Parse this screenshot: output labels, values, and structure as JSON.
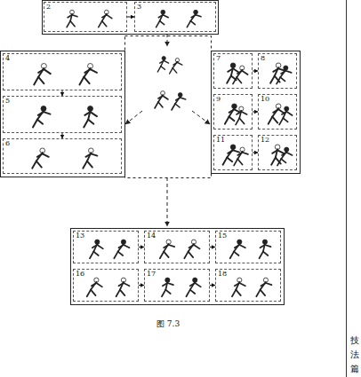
{
  "diagram": {
    "caption": "图 7.3",
    "nodes": [
      {
        "text": [
          "2"
        ]
      },
      {
        "text": [
          "3"
        ]
      },
      {
        "text": [
          "4"
        ]
      },
      {
        "text": [
          "5"
        ]
      },
      {
        "text": [
          "6"
        ]
      },
      {
        "text": [
          "7"
        ]
      },
      {
        "text": [
          "8"
        ]
      },
      {
        "text": [
          "9"
        ]
      },
      {
        "text": [
          "10"
        ]
      },
      {
        "text": [
          "11"
        ]
      },
      {
        "text": [
          "12"
        ]
      },
      {
        "text": [
          "13"
        ]
      },
      {
        "text": [
          "14"
        ]
      },
      {
        "text": [
          "15"
        ]
      },
      {
        "text": [
          "16"
        ]
      },
      {
        "text": [
          "17"
        ]
      },
      {
        "text": [
          "18"
        ]
      }
    ],
    "edges": [
      {
        "from": 0,
        "to": 1,
        "arrow": "to"
      },
      {
        "from": 2,
        "to": 3,
        "arrow": "to"
      },
      {
        "from": 3,
        "to": 4,
        "arrow": "to"
      },
      {
        "from": 5,
        "to": 6,
        "arrow": "to"
      },
      {
        "from": 7,
        "to": 8,
        "arrow": "to"
      },
      {
        "from": 9,
        "to": 10,
        "arrow": "to"
      },
      {
        "from": 11,
        "to": 12,
        "arrow": "to"
      },
      {
        "from": 12,
        "to": 13,
        "arrow": "to"
      },
      {
        "from": 14,
        "to": 15,
        "arrow": "to"
      },
      {
        "from": 15,
        "to": 16,
        "arrow": "to"
      }
    ],
    "labels": [
      "技",
      "法",
      "篇"
    ]
  }
}
